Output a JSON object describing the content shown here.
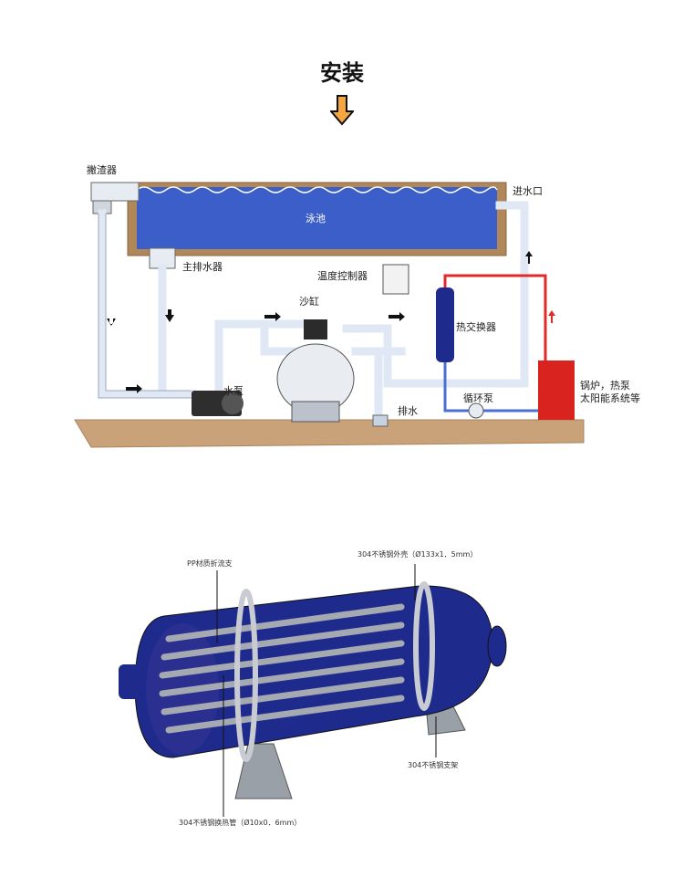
{
  "title": "安装",
  "install_diagram": {
    "labels": {
      "skimmer": "撇渣器",
      "pool": "泳池",
      "inlet": "进水口",
      "main_drain": "主排水器",
      "temp_controller": "温度控制器",
      "sand_filter": "沙缸",
      "heat_exchanger": "热交换器",
      "pump": "水泵",
      "drain": "排水",
      "circulation_pump": "循环泵",
      "boiler_line1": "锅炉，热泵",
      "boiler_line2": "太阳能系统等"
    },
    "colors": {
      "pool": "#3b5ec8",
      "hot_pipe": "#e02a2a",
      "pipe": "#dfe8f4",
      "ground": "#c9a27a",
      "boiler": "#d9231f"
    }
  },
  "product_diagram": {
    "labels": {
      "shell": "304不锈钢外壳（Ø133x1．5mm）",
      "baffle": "PP材质折流支",
      "tubes": "304不锈钢换热管（Ø10x0．6mm）",
      "bracket": "304不锈钢支架"
    },
    "colors": {
      "shell": "#1e2a8c",
      "tube": "#8a8d96"
    }
  }
}
